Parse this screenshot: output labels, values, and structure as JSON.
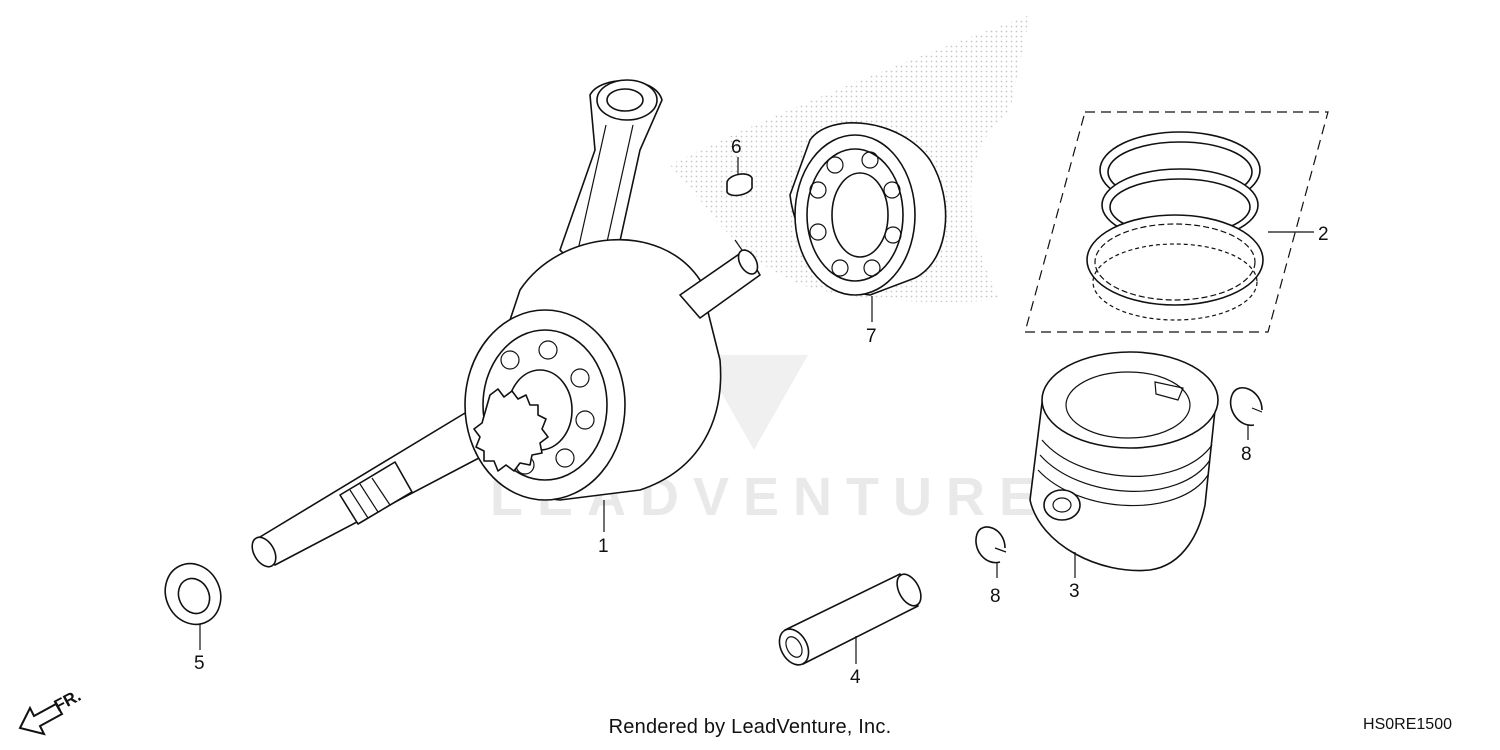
{
  "watermark": "LEADVENTURE",
  "callouts": [
    {
      "id": "crankshaft",
      "label": "1"
    },
    {
      "id": "piston-ring-set",
      "label": "2"
    },
    {
      "id": "piston",
      "label": "3"
    },
    {
      "id": "piston-pin",
      "label": "4"
    },
    {
      "id": "washer",
      "label": "5"
    },
    {
      "id": "woodruff-key",
      "label": "6"
    },
    {
      "id": "bearing",
      "label": "7"
    },
    {
      "id": "pin-clip-right",
      "label": "8"
    },
    {
      "id": "pin-clip-left",
      "label": "8"
    }
  ],
  "direction_indicator": {
    "label": "FR.",
    "icon": "front-arrow-icon"
  },
  "footer": {
    "credit": "Rendered by LeadVenture, Inc.",
    "diagram_code": "HS0RE1500"
  }
}
